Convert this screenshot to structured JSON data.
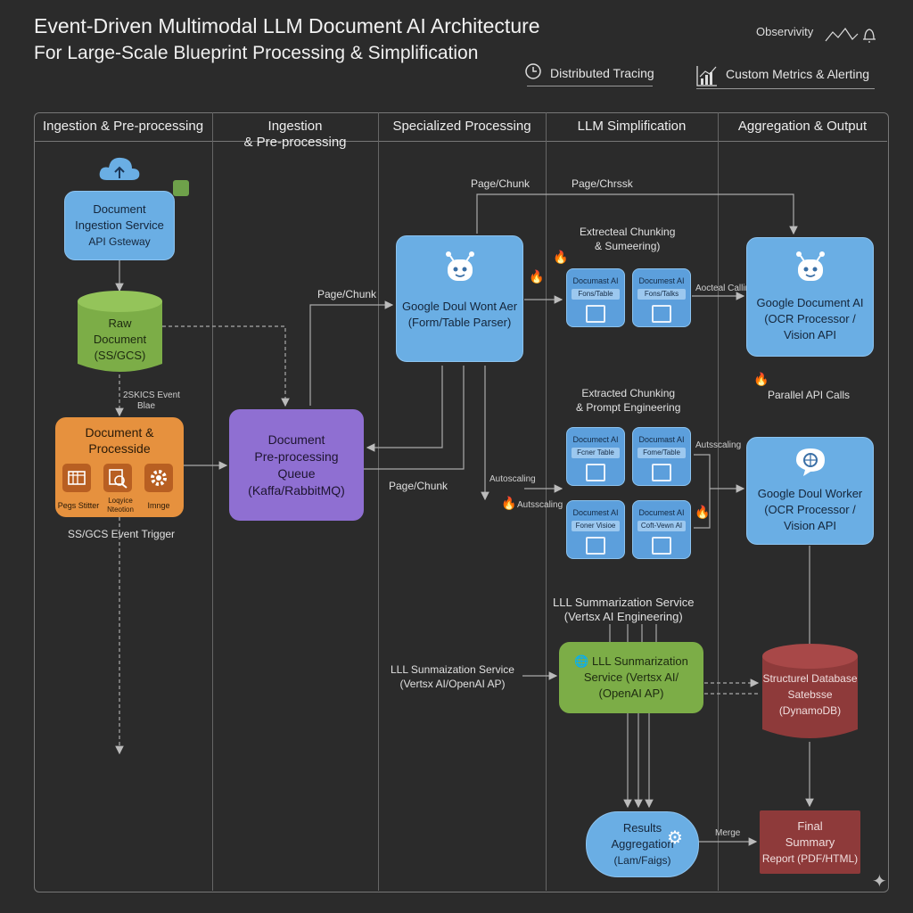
{
  "header": {
    "title": "Event-Driven Multimodal LLM Document AI Architecture",
    "subtitle": "For Large-Scale Blueprint Processing & Simplification",
    "observability": "Observivity",
    "distributed_tracing": "Distributed Tracing",
    "custom_metrics": "Custom Metrics & Alerting"
  },
  "columns": [
    "Ingestion & Pre-processing",
    "Ingestion\n& Pre-processing",
    "Specialized Processing",
    "LLM Simplification",
    "Aggregation & Output"
  ],
  "nodes": {
    "ingestion_service": [
      "Document",
      "Ingestion Service",
      "API Gsteway"
    ],
    "raw_document": [
      "Raw",
      "Document",
      "(SS/GCS)"
    ],
    "doc_processide": [
      "Document &",
      "Processide"
    ],
    "doc_processide_icons": [
      "Pegs Stitter",
      "Loqyice Nteotion",
      "Imnge"
    ],
    "preprocessing_queue": [
      "Document",
      "Pre-processing",
      "Queue",
      "(Kaffa/RabbitMQ)"
    ],
    "google_form_parser": [
      "Google Doul Wont Aer",
      "(Form/Table Parser)"
    ],
    "google_doc_ai_ocr": [
      "Google Document AI",
      "(OCR Processor /",
      "Vision API"
    ],
    "google_doul_worker": [
      "Google Doul Worker",
      "(OCR Processor /",
      "Vision API"
    ],
    "llm_service": [
      "LLL Sunmarization",
      "Service (Vertsx AI/",
      "(OpenAI AP)"
    ],
    "structured_db": [
      "Structurel Database",
      "Satebsse",
      "(DynamoDB)"
    ],
    "results_aggregation": [
      "Results",
      "Aggregation",
      "(Lam/Faigs)"
    ],
    "final_summary": [
      "Final",
      "Summary",
      "Report (PDF/HTML)"
    ]
  },
  "mini_cards": [
    {
      "title": "Documast AI",
      "sub": "Fons/Table"
    },
    {
      "title": "Documest AI",
      "sub": "Fons/Talks"
    },
    {
      "title": "Documect AI",
      "sub": "Fcner Table"
    },
    {
      "title": "Documast AI",
      "sub": "Fome/Table"
    },
    {
      "title": "Documest AI",
      "sub": "Foner Visioe"
    },
    {
      "title": "Documest AI",
      "sub": "Coft-Vewn AI"
    }
  ],
  "labels": {
    "page_chunk_1": "Page/Chunk",
    "page_chress": "Page/Chrssk",
    "page_chunk_2": "Page/Chunk",
    "page_chunk_3": "Page/Chunk",
    "extracted_chunking_1": [
      "Extrecteal Chunking",
      "& Sumeering)"
    ],
    "extracted_chunking_2": [
      "Extracted Chunking",
      "& Prompt Engineering"
    ],
    "aocteal_calling": "Aocteal Calling",
    "parallel_api": "Parallel API Calls",
    "autoscaling_1": "Autoscaling",
    "autoscaling_2": "Autsscaling",
    "autscaling_3": "Autsscaling",
    "event_trigger": "SS/GCS Event Trigger",
    "small_event": [
      "2SKICS Event",
      "Blae"
    ],
    "llm_service_label_top": [
      "LLL Summarization Service",
      "(Vertsx AI Engineering)"
    ],
    "llm_service_label_left": [
      "LLL Sunmaization Service",
      "(Vertsx AI/OpenAI AP)"
    ],
    "merge": "Merge"
  },
  "colors": {
    "background": "#2b2b2b",
    "blue": "#6aaee4",
    "green": "#7cad47",
    "orange": "#e6913e",
    "purple": "#8f6fd2",
    "red": "#8e3a3a"
  }
}
